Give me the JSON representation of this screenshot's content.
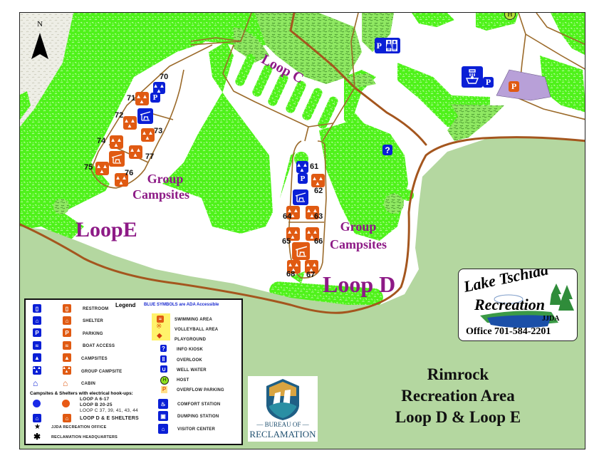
{
  "map": {
    "north_label": "N",
    "loop_labels": {
      "loop_c": "Loop C",
      "loop_d": "Loop D",
      "loop_e": "LoopE"
    },
    "group_campsites_labels": [
      {
        "line1": "Group",
        "line2": "Campsites",
        "loop": "E"
      },
      {
        "line1": "Group",
        "line2": "Campsites",
        "loop": "D"
      }
    ],
    "loop_e_sites": [
      "70",
      "71",
      "72",
      "73",
      "74",
      "75",
      "76",
      "77"
    ],
    "loop_d_sites": [
      "61",
      "62",
      "63",
      "64",
      "65",
      "66",
      "67",
      "68"
    ],
    "colors": {
      "forest_green": "#4ff21a",
      "dark_forest": "#8fe862",
      "lake_green": "#b4d7a0",
      "road_brown": "#a4561e",
      "trail_brown": "#9b6a2a",
      "label_purple": "#8d1a86",
      "ada_blue": "#0a1fd6",
      "standard_orange": "#e05a12",
      "overflow_lot": "#b8a0d8"
    }
  },
  "legend": {
    "title": "Legend",
    "subtitle": "BLUE  SYMBOLS are ADA Accessible",
    "left_items": [
      {
        "label": "RESTROOM",
        "icon": "restroom-icon"
      },
      {
        "label": "SHELTER",
        "icon": "shelter-icon"
      },
      {
        "label": "PARKING",
        "icon": "parking-icon"
      },
      {
        "label": "BOAT ACCESS",
        "icon": "boat-access-icon"
      },
      {
        "label": "CAMPSITES",
        "icon": "campsite-icon"
      },
      {
        "label": "GROUP CAMPSITE",
        "icon": "group-campsite-icon"
      },
      {
        "label": "CABIN",
        "icon": "cabin-icon"
      }
    ],
    "right_highlight_items": [
      {
        "label": "SWIMMING AREA",
        "icon": "swimming-icon"
      },
      {
        "label": "VOLLEYBALL AREA",
        "icon": "volleyball-icon"
      },
      {
        "label": "PLAYGROUND",
        "icon": "playground-icon"
      }
    ],
    "right_items": [
      {
        "label": "INFO KIOSK",
        "icon": "info-kiosk-icon"
      },
      {
        "label": "OVERLOOK",
        "icon": "overlook-icon"
      },
      {
        "label": "WELL WATER",
        "icon": "well-water-icon"
      },
      {
        "label": "HOST",
        "icon": "host-icon"
      },
      {
        "label": "OVERFLOW  PARKING",
        "icon": "overflow-parking-icon"
      },
      {
        "label": "COMFORT STATION",
        "icon": "comfort-station-icon"
      },
      {
        "label": "DUMPING STATION",
        "icon": "dumping-station-icon"
      },
      {
        "label": "VISITOR CENTER",
        "icon": "visitor-center-icon"
      }
    ],
    "electric_heading": "Campsites & Shelters with electrical hook-ups:",
    "electric_loops": [
      "LOOP A  6-17",
      "LOOP B  20-25",
      "LOOP C  37, 39, 41, 43, 44"
    ],
    "shelters_label": "LOOP D & E SHELTERS",
    "office_label": "JJDA RECREATION OFFICE",
    "hq_label": "RECLAMATION HEADQUARTERS"
  },
  "title_block": {
    "line1": "Rimrock",
    "line2": "Recreation Area",
    "line3": "Loop D & Loop E"
  },
  "logo_tschida": {
    "line1": "Lake Tschida",
    "line2": "Recreation",
    "org": "JJDA",
    "office": "Office 701-584-2201"
  },
  "logo_reclamation": {
    "line1": "BUREAU OF",
    "line2": "RECLAMATION"
  },
  "symbols": {
    "parking": "P",
    "info": "?",
    "host": "H"
  }
}
